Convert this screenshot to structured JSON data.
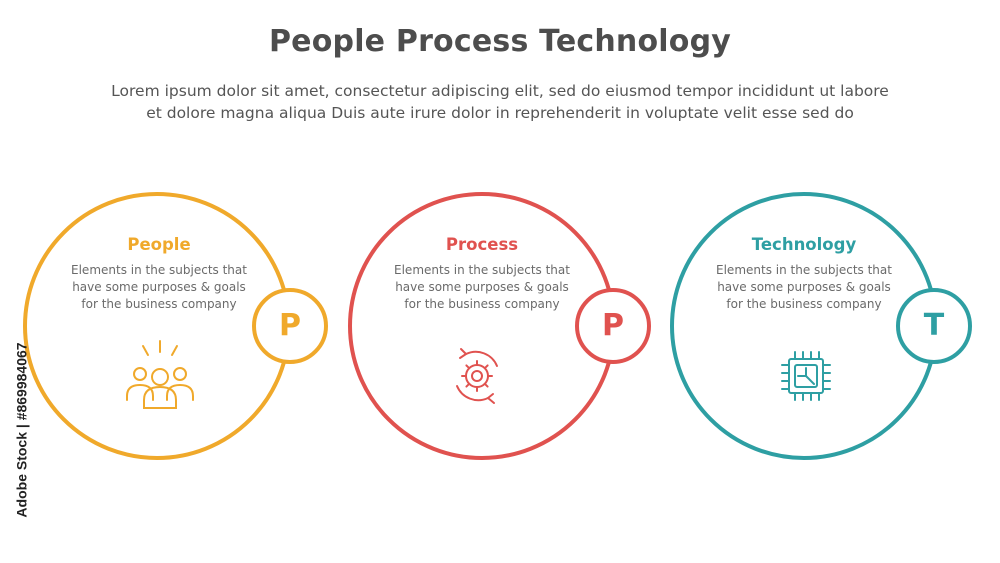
{
  "header": {
    "title": "People Process Technology",
    "subtitle_line1": "Lorem ipsum dolor sit amet, consectetur adipiscing elit, sed do eiusmod tempor incididunt ut labore",
    "subtitle_line2": "et dolore magna aliqua Duis aute irure dolor in reprehenderit in voluptate velit esse sed do"
  },
  "items": [
    {
      "title": "People",
      "line1": "Elements in the subjects that",
      "line2": "have  some purposes & goals",
      "line3": "for the  business company",
      "badge": "P",
      "color": "#f0a92b",
      "icon": "people-icon"
    },
    {
      "title": "Process",
      "line1": "Elements in the subjects that",
      "line2": "have  some purposes & goals",
      "line3": "for the  business company",
      "badge": "P",
      "color": "#e0524f",
      "icon": "gear-cycle-icon"
    },
    {
      "title": "Technology",
      "line1": "Elements in the subjects that",
      "line2": "have  some purposes & goals",
      "line3": "for the  business company",
      "badge": "T",
      "color": "#2e9fa3",
      "icon": "chip-icon"
    }
  ],
  "watermark": "Adobe Stock | #869984067"
}
